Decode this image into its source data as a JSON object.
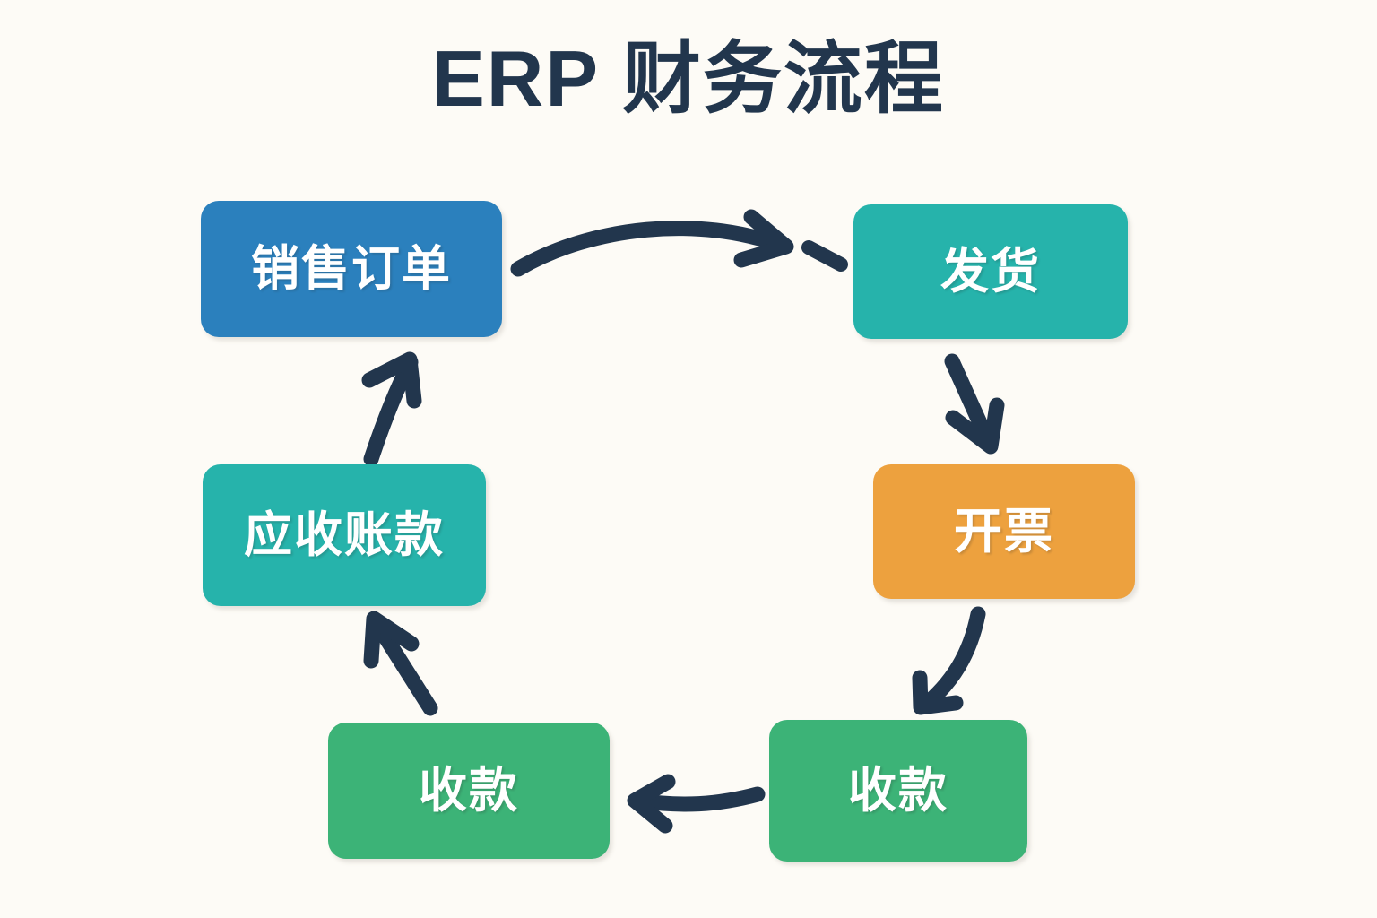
{
  "diagram": {
    "title": "ERP 财务流程",
    "type": "cycle-flowchart",
    "background_color": "#fdfbf6",
    "title_color": "#22364d",
    "arrow_color": "#22364d",
    "node_text_color": "#ffffff",
    "nodes": [
      {
        "id": "sales-order",
        "label": "销售订单",
        "color": "#2b80bd",
        "position": "top-left"
      },
      {
        "id": "shipment",
        "label": "发货",
        "color": "#26b3ab",
        "position": "top-right"
      },
      {
        "id": "invoice",
        "label": "开票",
        "color": "#eda13e",
        "position": "middle-right"
      },
      {
        "id": "receipt-right",
        "label": "收款",
        "color": "#3cb377",
        "position": "bottom-right"
      },
      {
        "id": "receipt-left",
        "label": "收款",
        "color": "#3cb377",
        "position": "bottom-left"
      },
      {
        "id": "accounts-receivable",
        "label": "应收账款",
        "color": "#26b3ab",
        "position": "middle-left"
      }
    ],
    "flow": [
      {
        "from": "销售订单",
        "to": "发货"
      },
      {
        "from": "发货",
        "to": "开票"
      },
      {
        "from": "开票",
        "to": "收款"
      },
      {
        "from": "收款",
        "to": "收款"
      },
      {
        "from": "收款",
        "to": "应收账款"
      },
      {
        "from": "应收账款",
        "to": "销售订单"
      }
    ]
  }
}
